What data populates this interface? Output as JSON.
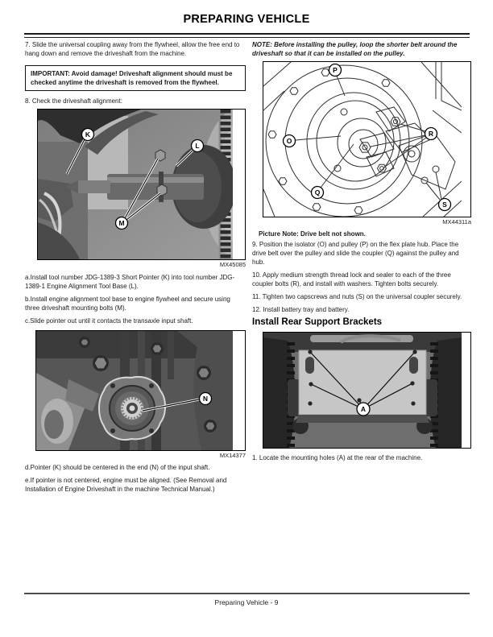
{
  "header": {
    "title": "PREPARING VEHICLE"
  },
  "footer": {
    "text": "Preparing Vehicle - 9"
  },
  "left": {
    "step7": "7. Slide the universal coupling away from the flywheel, allow the free end to hang down and remove the driveshaft from the machine.",
    "important": "IMPORTANT: Avoid damage! Driveshaft alignment should must be checked anytime the driveshaft is removed from the flywheel.",
    "step8": "8. Check the driveshaft alignment:",
    "fig1_label": "MX45085",
    "step8a": "a.Install tool number JDG-1389-3 Short Pointer (K) into tool number JDG-1389-1 Engine Alignment Tool Base (L).",
    "step8b": "b.Install engine alignment tool base to engine flywheel and secure using three driveshaft mounting bolts (M).",
    "step8c": "c.Slide pointer out until it contacts the transaxle input shaft.",
    "fig2_label": "MX14377",
    "step8d": "d.Pointer (K) should be centered in the end (N) of the input shaft.",
    "step8e": "e.If pointer is not centered, engine must be aligned. (See Removal and Installation of Engine Driveshaft in the machine Technical Manual.)"
  },
  "right": {
    "note": "NOTE: Before installing the pulley, loop the shorter belt around the driveshaft so that it can be installed on the pulley.",
    "fig3_label": "MX44311a",
    "picture_note": "Picture Note: Drive belt not shown.",
    "step9": "9. Position the isolator (O) and pulley (P) on the flex plate hub. Place the drive belt over the pulley and slide the coupler (Q) against the pulley and hub.",
    "step10": "10. Apply medium strength thread lock and sealer to each of the three coupler bolts (R), and install with washers. Tighten bolts securely.",
    "step11": "11. Tighten two capscrews and nuts (S) on the universal coupler securely.",
    "step12": "12. Install battery tray and battery.",
    "heading": "Install Rear Support Brackets",
    "step1": "1. Locate the mounting holes (A) at the rear of the machine."
  },
  "callouts": {
    "k": "K",
    "l": "L",
    "m": "M",
    "n": "N",
    "p": "P",
    "o": "O",
    "q": "Q",
    "r": "R",
    "s": "S",
    "a": "A"
  }
}
